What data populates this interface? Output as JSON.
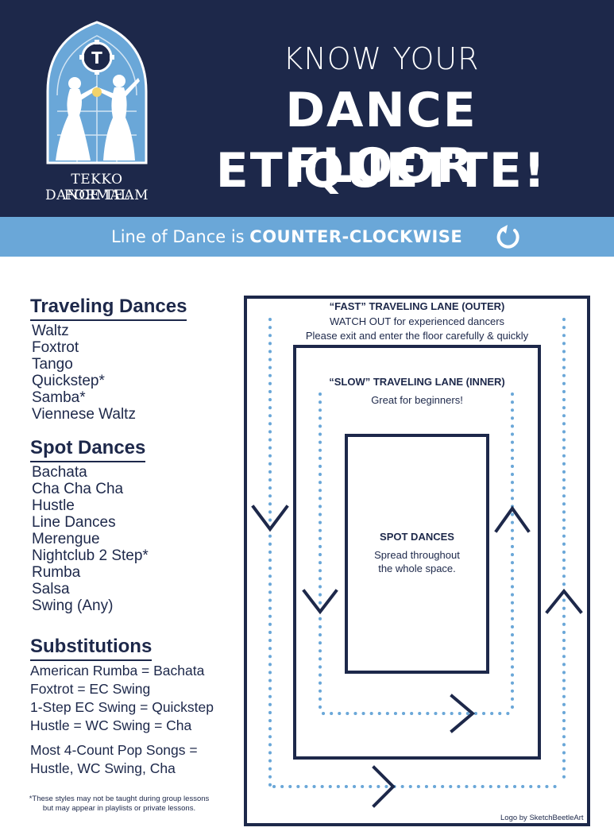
{
  "header": {
    "logo": {
      "line1": "TEKKO FORMAL",
      "line2": "DANCE TEAM",
      "badge_letter": "T"
    },
    "title_line1": "KNOW YOUR",
    "title_line2": "DANCE FLOOR",
    "title_line3": "ETIQUETTE!"
  },
  "band": {
    "prefix": "Line of Dance is ",
    "emphasis": "COUNTER-CLOCKWISE",
    "icon": "counter-clockwise-arrow-icon"
  },
  "traveling": {
    "title": "Traveling Dances",
    "items": [
      "Waltz",
      "Foxtrot",
      "Tango",
      "Quickstep*",
      "Samba*",
      "Viennese Waltz"
    ]
  },
  "spot": {
    "title": "Spot Dances",
    "items": [
      "Bachata",
      "Cha Cha Cha",
      "Hustle",
      "Line Dances",
      "Merengue",
      "Nightclub 2 Step*",
      "Rumba",
      "Salsa",
      "Swing (Any)"
    ]
  },
  "substitutions": {
    "title": "Substitutions",
    "items": [
      "American Rumba = Bachata",
      "Foxtrot = EC Swing",
      "1-Step EC Swing = Quickstep",
      "Hustle = WC Swing = Cha"
    ],
    "extra_line1": "Most 4-Count Pop Songs =",
    "extra_line2": "Hustle, WC Swing, Cha"
  },
  "footnote": {
    "line1": "*These styles may not be taught during group lessons",
    "line2": "but may appear in playlists or private lessons."
  },
  "credit": "Logo by SketchBeetleArt",
  "diagram": {
    "fast_title": "“FAST” TRAVELING LANE (OUTER)",
    "fast_line1": "WATCH OUT for experienced dancers",
    "fast_line2": "Please exit and enter the floor carefully & quickly",
    "slow_title": "“SLOW” TRAVELING LANE (INNER)",
    "slow_line1": "Great for beginners!",
    "spot_title": "SPOT DANCES",
    "spot_line1": "Spread throughout",
    "spot_line2": "the whole space."
  },
  "colors": {
    "navy": "#1d284a",
    "light_blue": "#6aa7d8",
    "white": "#ffffff"
  }
}
